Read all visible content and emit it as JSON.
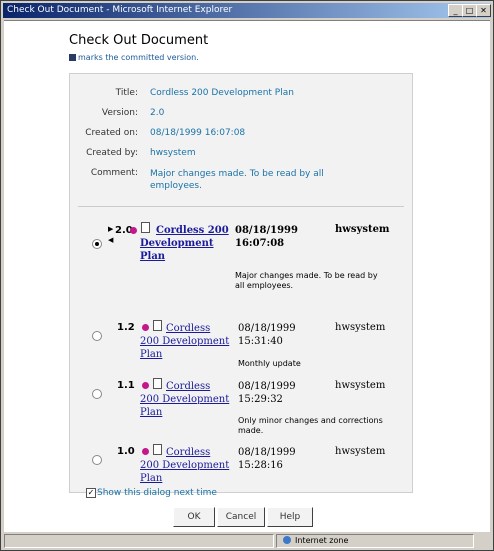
{
  "window": {
    "title": "Check Out Document - Microsoft Internet Explorer"
  },
  "dialog": {
    "heading": "Check Out Document",
    "legend": "marks the committed version."
  },
  "info": {
    "title_label": "Title:",
    "title": "Cordless 200 Development Plan",
    "version_label": "Version:",
    "version": "2.0",
    "created_on_label": "Created on:",
    "created_on": "08/18/1999 16:07:08",
    "created_by_label": "Created by:",
    "created_by": "hwsystem",
    "comment_label": "Comment:",
    "comment": "Major changes made. To be read by all employees."
  },
  "versions": [
    {
      "version": "2.0",
      "selected": true,
      "committed": true,
      "name": "Cordless 200 Development Plan",
      "date": "08/18/1999",
      "time": "16:07:08",
      "author": "hwsystem",
      "comment": "Major changes made. To be read by all employees."
    },
    {
      "version": "1.2",
      "selected": false,
      "committed": false,
      "name": "Cordless 200 Development Plan",
      "date": "08/18/1999",
      "time": "15:31:40",
      "author": "hwsystem",
      "comment": "Monthly update"
    },
    {
      "version": "1.1",
      "selected": false,
      "committed": false,
      "name": "Cordless 200 Development Plan",
      "date": "08/18/1999",
      "time": "15:29:32",
      "author": "hwsystem",
      "comment": "Only minor changes and corrections made."
    },
    {
      "version": "1.0",
      "selected": false,
      "committed": false,
      "name": "Cordless 200 Development Plan",
      "date": "08/18/1999",
      "time": "15:28:16",
      "author": "hwsystem",
      "comment": ""
    }
  ],
  "options": {
    "show_dialog_label": "Show this dialog next time",
    "show_dialog_checked": true
  },
  "buttons": {
    "ok": "OK",
    "cancel": "Cancel",
    "help": "Help"
  },
  "statusbar": {
    "zone": "Internet zone"
  }
}
